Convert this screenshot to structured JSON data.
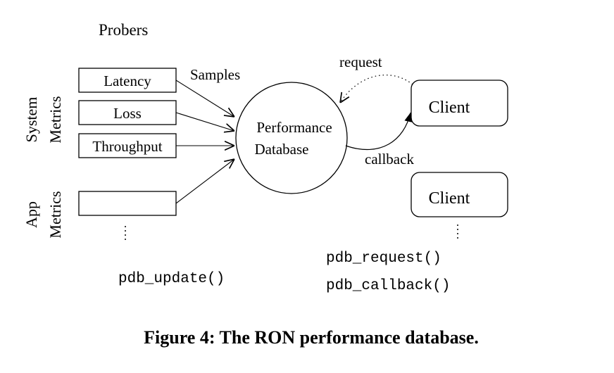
{
  "header_label": "Probers",
  "group_labels": {
    "system": [
      "System",
      "Metrics"
    ],
    "app": [
      "App",
      "Metrics"
    ]
  },
  "probers": [
    "Latency",
    "Loss",
    "Throughput",
    ""
  ],
  "samples_label": "Samples",
  "database": [
    "Performance",
    "Database"
  ],
  "request_label": "request",
  "callback_label": "callback",
  "clients": [
    "Client",
    "Client"
  ],
  "api": {
    "update": "pdb_update()",
    "request": "pdb_request()",
    "callback": "pdb_callback()"
  },
  "caption": "Figure 4: The RON performance database.",
  "colors": {
    "stroke": "#000000",
    "background": "#ffffff"
  }
}
